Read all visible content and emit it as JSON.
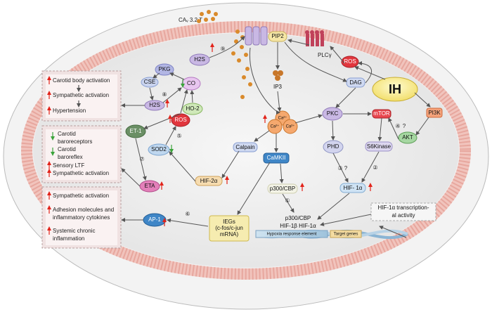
{
  "channel_label": "CAᵥ 3.2 T",
  "nodes": {
    "pip2": "PIP2",
    "plcg": "PLCγ",
    "ip3": "IP3",
    "dag": "DAG",
    "ros_top": "ROS",
    "ih": "IH",
    "h2s_top": "H2S",
    "pkg": "PKG",
    "cse": "CSE",
    "co": "CO",
    "h2s_mid": "H2S",
    "ho2": "HO-2",
    "et1": "ET-1",
    "ros_mid": "ROS",
    "sod2": "SOD2",
    "eta": "ETA",
    "hif2a": "HIF-2α",
    "calpain": "Calpain",
    "ca_cluster": "Ca²⁺",
    "camkii": "CaMKII",
    "pkc": "PKC",
    "mtor": "mTOR",
    "pi3k": "PI3K",
    "akt": "AKT",
    "phd": "PHD",
    "s6k": "S6Kinase",
    "hif1a": "HIF- 1α",
    "p300": "p300/CBP",
    "complex_top": "p300/CBP",
    "complex_bottom": "HIF-1β HIF-1α",
    "hre": "Hypoxia response element",
    "target_genes": "Target genes",
    "ap1": "AP-1",
    "iegs_1": "IEGs",
    "iegs_2": "(c-fos/c-jun",
    "iegs_3": "mRNA)",
    "hif_activity_1": "HIF-1α transcription-",
    "hif_activity_2": "al activity"
  },
  "circled": {
    "n1": "①",
    "n2": "②",
    "n3": "③",
    "n4": "④",
    "n5": "⑤",
    "n6": "⑥",
    "n7": "⑦",
    "n8": "⑧",
    "n9": "⑨"
  },
  "question_mark": "?",
  "box1": {
    "l1": "Carotid body activation",
    "l2": "Sympathetic activation",
    "l3": "Hypertension"
  },
  "box2": {
    "l1": "Carotid",
    "l2": "baroreceptors",
    "l3": "Carotid",
    "l4": "baroreflex",
    "l5": "Sensory LTF",
    "l6": "Sympathetic activation"
  },
  "box3": {
    "l1": "Sympathetic activation",
    "l2": "Adhesion molecules and",
    "l3": "inflammatory cytokines",
    "l4": "Systemic chronic",
    "l5": "inflammation"
  },
  "colors": {
    "membrane": "#f3c7c2",
    "cell": "#eeeeee",
    "up_arrow": "#e2231a",
    "down_arrow": "#3aa33a",
    "calcium": "#d98a2b"
  }
}
